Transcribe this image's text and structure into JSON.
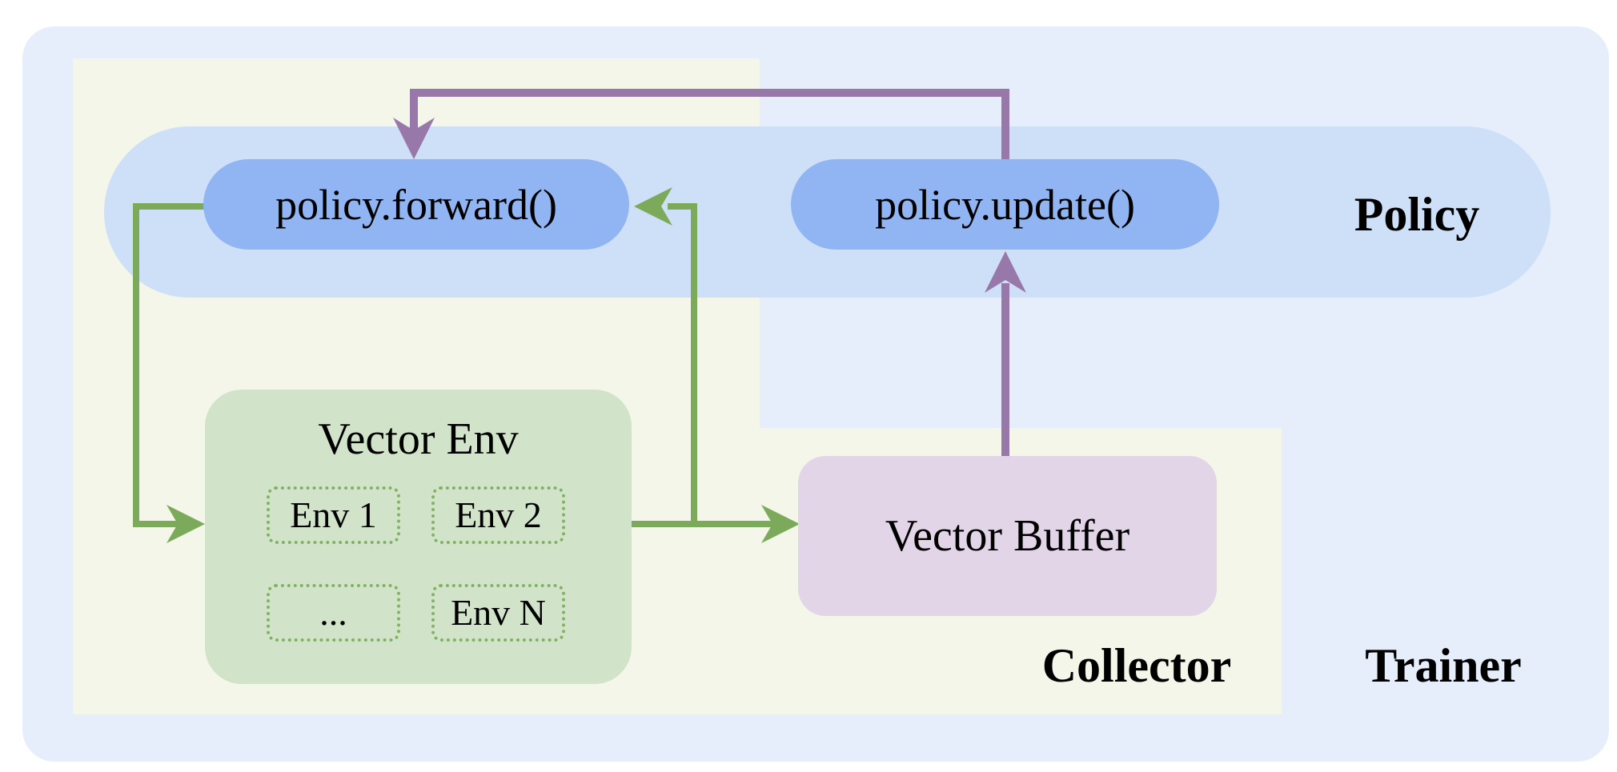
{
  "diagram": {
    "regions": {
      "trainer_label": "Trainer",
      "collector_label": "Collector",
      "policy_label": "Policy"
    },
    "nodes": {
      "policy_forward": "policy.forward()",
      "policy_update": "policy.update()",
      "vector_env_title": "Vector Env",
      "env_items": [
        "Env 1",
        "Env 2",
        "...",
        "Env N"
      ],
      "vector_buffer": "Vector Buffer"
    },
    "arrows": [
      "policy-forward-to-vector-env",
      "vector-env-to-vector-buffer",
      "vector-env-line-to-policy-forward",
      "vector-buffer-to-policy-update",
      "policy-update-to-policy-forward"
    ],
    "colors": {
      "page_bg": "#ffffff",
      "trainer_bg": "#e6edfb",
      "collector_bg": "#f3f6e8",
      "policy_band_bg": "#cde0f7",
      "pill_bg": "#91b5f2",
      "vector_env_bg": "#d1e3c9",
      "env_box_border": "#83b164",
      "vector_buffer_bg": "#e3d5e8",
      "arrow_green": "#7caa5b",
      "arrow_purple": "#9878a8",
      "text": "#000000"
    }
  }
}
